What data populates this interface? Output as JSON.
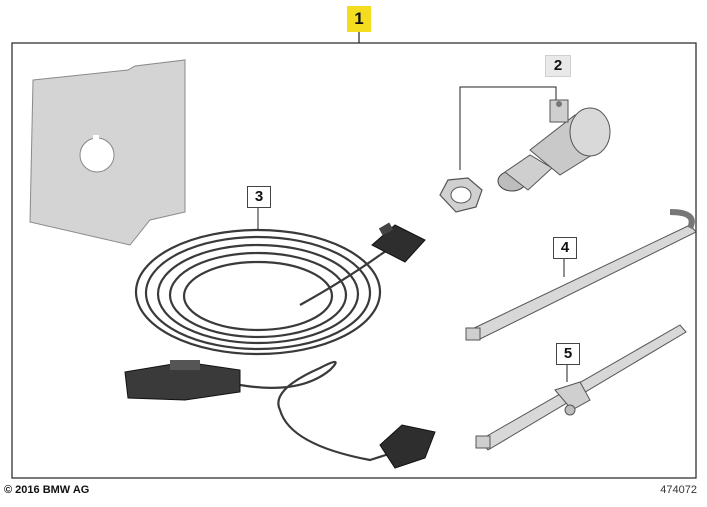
{
  "callouts": {
    "c1": "1",
    "c2": "2",
    "c3": "3",
    "c4": "4",
    "c5": "5"
  },
  "footer": {
    "copyright": "© 2016 BMW AG",
    "reference": "474072"
  },
  "icons": [
    "gasket-plate",
    "hex-nut",
    "socket-housing",
    "wiring-harness",
    "cable-tie",
    "cable-tie-with-clip"
  ],
  "colors": {
    "callout_highlight": "#f3dd1e",
    "line": "#333333",
    "part_gray": "#d2d2d2"
  }
}
